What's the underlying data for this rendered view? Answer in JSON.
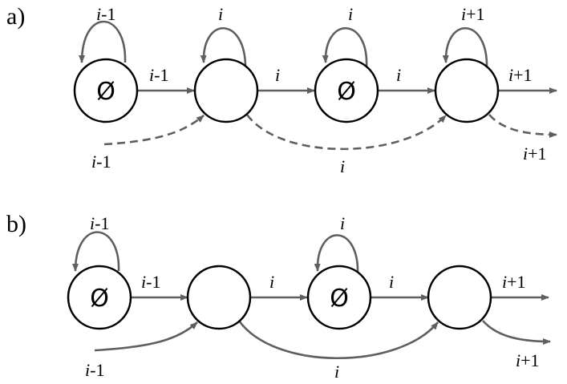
{
  "colors": {
    "edge": "#5f5f5f",
    "node_stroke": "#000000",
    "text": "#000000"
  },
  "empty_set_symbol": "Ø",
  "panels": [
    {
      "id": "a",
      "label": "a)",
      "loops": [
        {
          "var": "i",
          "suffix": "-1"
        },
        {
          "var": "i",
          "suffix": ""
        },
        {
          "var": "i",
          "suffix": ""
        },
        {
          "var": "i",
          "suffix": "+1"
        }
      ],
      "forward": [
        {
          "var": "i",
          "suffix": "-1"
        },
        {
          "var": "i",
          "suffix": ""
        },
        {
          "var": "i",
          "suffix": ""
        },
        {
          "var": "i",
          "suffix": "+1"
        }
      ],
      "skip": [
        {
          "var": "i",
          "suffix": "-1"
        },
        {
          "var": "i",
          "suffix": ""
        },
        {
          "var": "i",
          "suffix": "+1"
        }
      ]
    },
    {
      "id": "b",
      "label": "b)",
      "loops": [
        {
          "var": "i",
          "suffix": "-1"
        },
        {
          "var": "i",
          "suffix": ""
        }
      ],
      "forward": [
        {
          "var": "i",
          "suffix": "-1"
        },
        {
          "var": "i",
          "suffix": ""
        },
        {
          "var": "i",
          "suffix": ""
        },
        {
          "var": "i",
          "suffix": "+1"
        }
      ],
      "skip": [
        {
          "var": "i",
          "suffix": "-1"
        },
        {
          "var": "i",
          "suffix": ""
        },
        {
          "var": "i",
          "suffix": "+1"
        }
      ]
    }
  ]
}
